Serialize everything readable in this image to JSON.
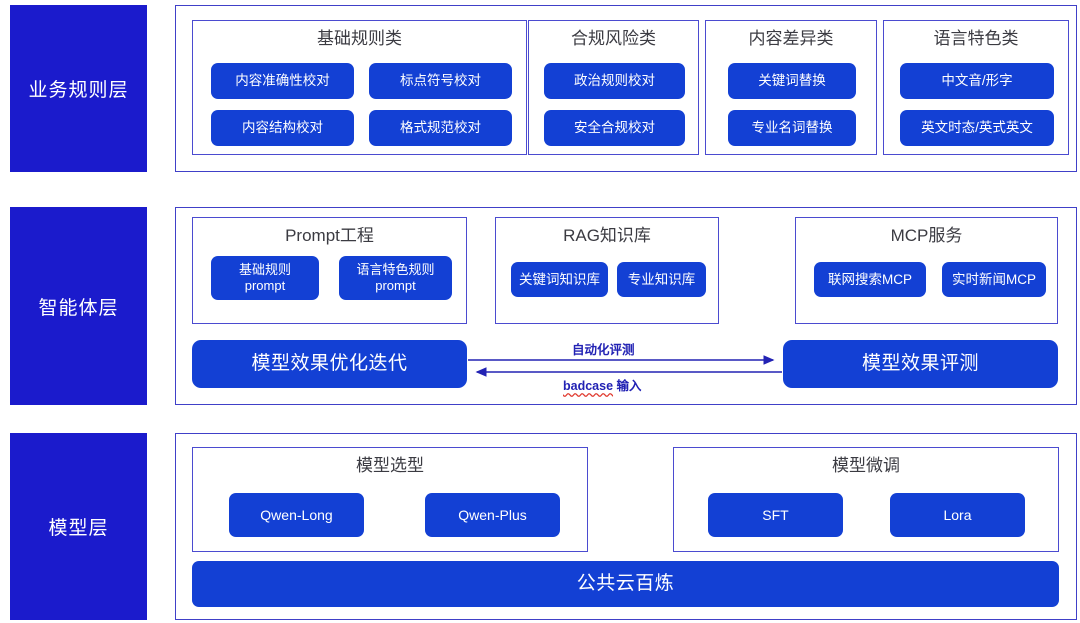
{
  "diagram": {
    "title": "AI proofreading platform layered architecture",
    "colors": {
      "layer_label_bg": "#1B1BCC",
      "chip_bg": "#1340D4",
      "panel_border": "#4B4BD0",
      "outer_border": "#4040C8",
      "title_text": "#3B3B42",
      "arrow": "#2222B4",
      "spellcheck_underline": "#E03A2F"
    }
  },
  "layers": [
    {
      "id": "business-rules",
      "label": "业务规则层",
      "groups": [
        {
          "title": "基础规则类",
          "chips": [
            "内容准确性校对",
            "标点符号校对",
            "内容结构校对",
            "格式规范校对"
          ]
        },
        {
          "title": "合规风险类",
          "chips": [
            "政治规则校对",
            "安全合规校对"
          ]
        },
        {
          "title": "内容差异类",
          "chips": [
            "关键词替换",
            "专业名词替换"
          ]
        },
        {
          "title": "语言特色类",
          "chips": [
            "中文音/形字",
            "英文时态/英式英文"
          ]
        }
      ]
    },
    {
      "id": "agent",
      "label": "智能体层",
      "groups": [
        {
          "title": "Prompt工程",
          "chips": [
            "基础规则\nprompt",
            "语言特色规则\nprompt"
          ]
        },
        {
          "title": "RAG知识库",
          "chips": [
            "关键词知识库",
            "专业知识库"
          ]
        },
        {
          "title": "MCP服务",
          "chips": [
            "联网搜索MCP",
            "实时新闻MCP"
          ]
        }
      ],
      "flow": {
        "left_box": "模型效果优化迭代",
        "right_box": "模型效果评测",
        "forward_label": "自动化评测",
        "back_label_spell": "badcase",
        "back_label_rest": " 输入"
      }
    },
    {
      "id": "model",
      "label": "模型层",
      "groups": [
        {
          "title": "模型选型",
          "chips": [
            "Qwen-Long",
            "Qwen-Plus"
          ]
        },
        {
          "title": "模型微调",
          "chips": [
            "SFT",
            "Lora"
          ]
        }
      ],
      "footer_bar": "公共云百炼"
    }
  ]
}
